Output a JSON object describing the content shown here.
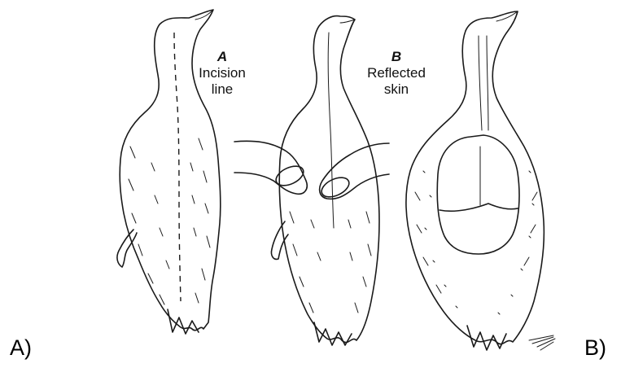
{
  "labels": {
    "step_a_letter": "A",
    "step_a_text_1": "Incision",
    "step_a_text_2": "line",
    "step_b_letter": "B",
    "step_b_text_1": "Reflected",
    "step_b_text_2": "skin"
  },
  "panels": {
    "left": "A)",
    "right": "B)"
  },
  "colors": {
    "ink": "#1a1a1a",
    "background": "#ffffff"
  }
}
